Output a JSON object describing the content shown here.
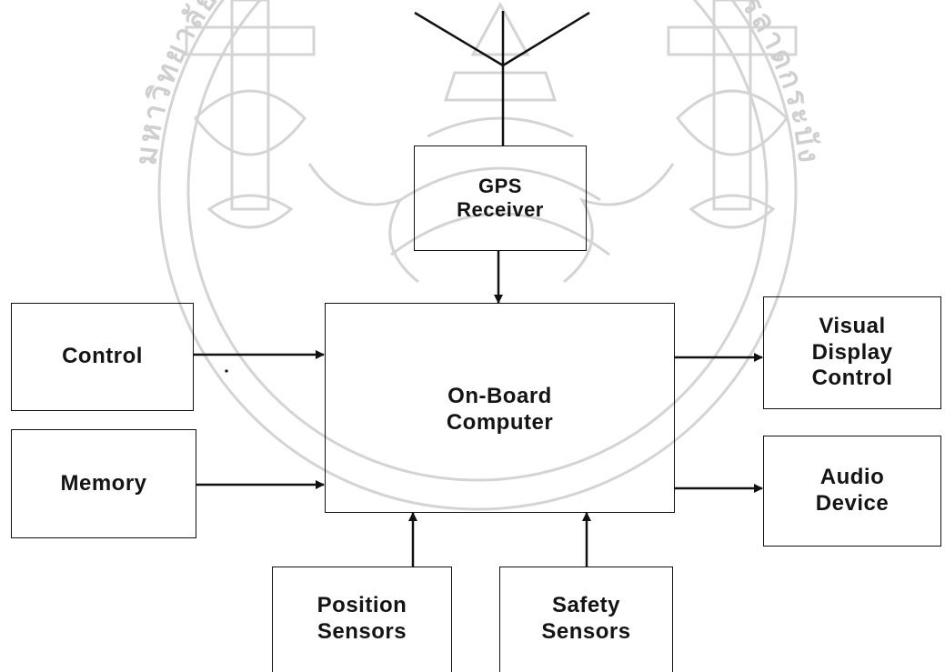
{
  "diagram": {
    "nodes": {
      "gps": {
        "lines": [
          "GPS",
          "Receiver"
        ]
      },
      "computer": {
        "lines": [
          "On-Board",
          "Computer"
        ]
      },
      "control": {
        "lines": [
          "Control"
        ]
      },
      "memory": {
        "lines": [
          "Memory"
        ]
      },
      "visual": {
        "lines": [
          "Visual",
          "Display",
          "Control"
        ]
      },
      "audio": {
        "lines": [
          "Audio",
          "Device"
        ]
      },
      "position": {
        "lines": [
          "Position",
          "Sensors"
        ]
      },
      "safety": {
        "lines": [
          "Safety",
          "Sensors"
        ]
      }
    },
    "edges": [
      {
        "from": "antenna",
        "to": "gps"
      },
      {
        "from": "gps",
        "to": "computer"
      },
      {
        "from": "control",
        "to": "computer"
      },
      {
        "from": "memory",
        "to": "computer"
      },
      {
        "from": "computer",
        "to": "visual"
      },
      {
        "from": "computer",
        "to": "audio"
      },
      {
        "from": "position",
        "to": "computer"
      },
      {
        "from": "safety",
        "to": "computer"
      }
    ]
  },
  "watermark": {
    "seal_text": "มหาวิทยาลัยเทคโนโลยีราชมงคลพระจอมเกล้าคุณทหารลาดกระบัง"
  },
  "colors": {
    "ink": "#111111",
    "watermark": "#d4d4d4"
  }
}
